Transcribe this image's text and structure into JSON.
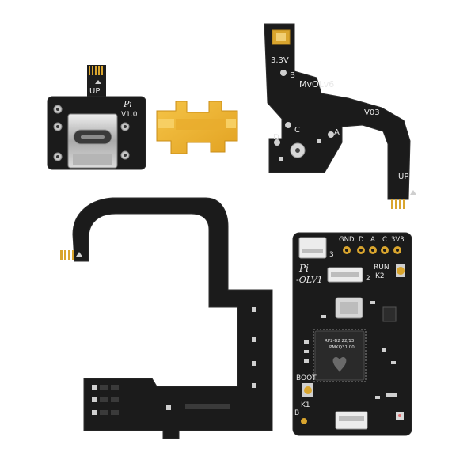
{
  "usb_board": {
    "up": "UP",
    "brand": "Pi",
    "version": "V1.0"
  },
  "mvolv_board": {
    "v33": "3.3V",
    "b": "B",
    "model": "MvOLv6",
    "rev": "V03",
    "c": "C",
    "d": "D",
    "a": "A",
    "up": "UP"
  },
  "main_board": {
    "pins": [
      "GND",
      "D",
      "A",
      "C",
      "3V3"
    ],
    "num3": "3",
    "num2": "2",
    "run": "RUN",
    "k2": "K2",
    "brand": "Pi",
    "model": "-OLV1",
    "boot": "BOOT",
    "k1": "K1",
    "b": "B",
    "chip_line1": "RP2-B2 22/13",
    "chip_line2": "PMKQ31.00"
  },
  "colors": {
    "pcb": "#1b1b1b",
    "pcb_edge": "#2c2c2c",
    "gold": "#d9a52e",
    "kapton": "#f0b533",
    "silver": "#c9c9c9"
  }
}
